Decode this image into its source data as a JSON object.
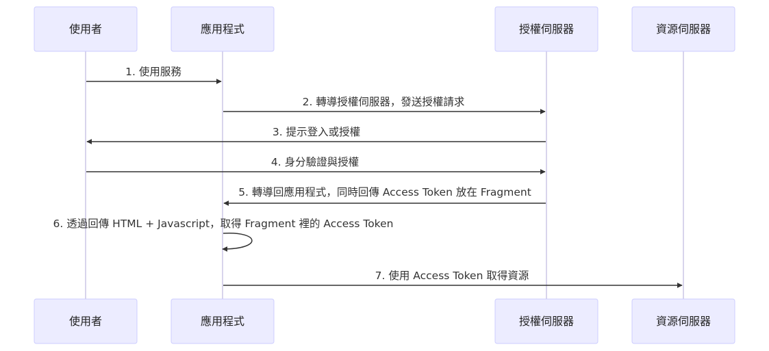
{
  "actors": [
    {
      "id": "user",
      "label": "使用者"
    },
    {
      "id": "app",
      "label": "應用程式"
    },
    {
      "id": "auth",
      "label": "授權伺服器"
    },
    {
      "id": "resource",
      "label": "資源伺服器"
    }
  ],
  "messages": [
    {
      "from": "user",
      "to": "app",
      "label": "1. 使用服務"
    },
    {
      "from": "app",
      "to": "auth",
      "label": "2. 轉導授權伺服器，發送授權請求"
    },
    {
      "from": "auth",
      "to": "user",
      "label": "3. 提示登入或授權"
    },
    {
      "from": "user",
      "to": "auth",
      "label": "4. 身分驗證與授權"
    },
    {
      "from": "auth",
      "to": "app",
      "label": "5. 轉導回應用程式，同時回傳 Access Token 放在 Fragment"
    },
    {
      "from": "app",
      "to": "app",
      "label": "6. 透過回傳 HTML + Javascript，取得 Fragment 裡的 Access Token"
    },
    {
      "from": "app",
      "to": "resource",
      "label": "7. 使用 Access Token 取得資源"
    }
  ]
}
